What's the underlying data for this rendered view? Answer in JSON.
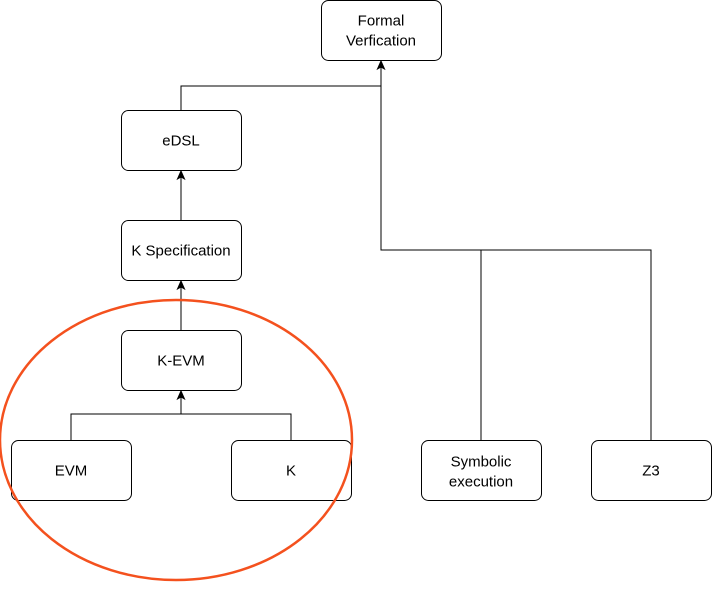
{
  "colors": {
    "highlight": "#f4511e",
    "stroke": "#000000",
    "node_fill": "#ffffff"
  },
  "nodes": {
    "formal_verification": {
      "lines": [
        "Formal",
        "Verfication"
      ]
    },
    "edsl": {
      "lines": [
        "eDSL"
      ]
    },
    "k_specification": {
      "lines": [
        "K Specification"
      ]
    },
    "k_evm": {
      "lines": [
        "K-EVM"
      ]
    },
    "evm": {
      "lines": [
        "EVM"
      ]
    },
    "k": {
      "lines": [
        "K"
      ]
    },
    "symbolic_execution": {
      "lines": [
        "Symbolic",
        "execution"
      ]
    },
    "z3": {
      "lines": [
        "Z3"
      ]
    }
  }
}
